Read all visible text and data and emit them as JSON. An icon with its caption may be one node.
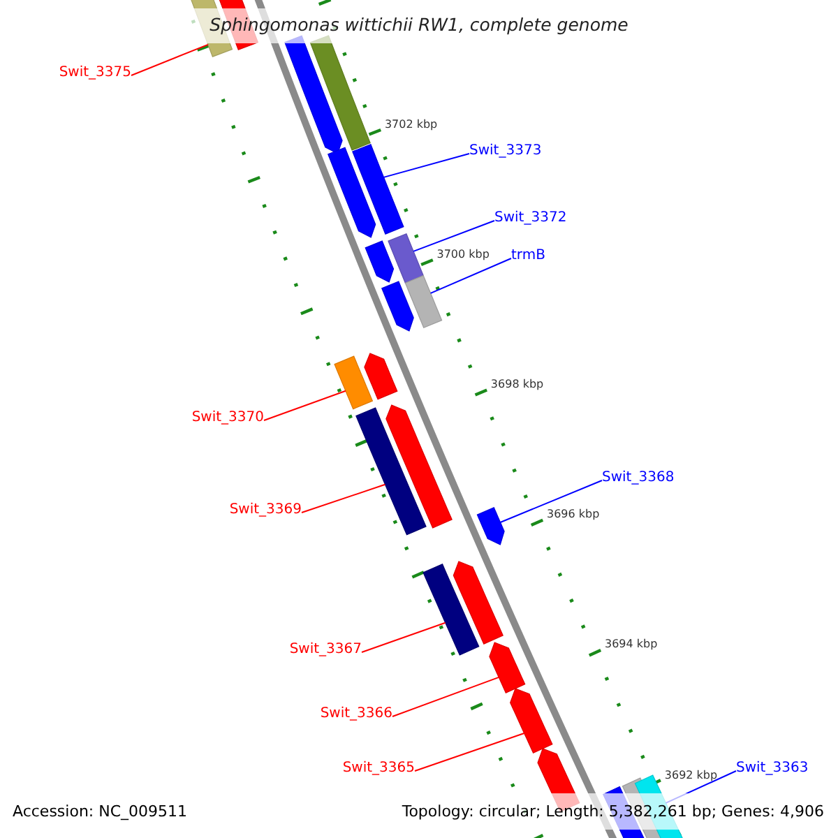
{
  "diagram": {
    "title": "Sphingomonas wittichii RW1, complete genome",
    "nodes": [
      {
        "text": [
          "Swit_3375"
        ]
      },
      {
        "text": [
          "Swit_3373"
        ]
      },
      {
        "text": [
          "Swit_3372"
        ]
      },
      {
        "text": [
          "trmB"
        ]
      },
      {
        "text": [
          "Swit_3370"
        ]
      },
      {
        "text": [
          "Swit_3369"
        ]
      },
      {
        "text": [
          "Swit_3368"
        ]
      },
      {
        "text": [
          "Swit_3367"
        ]
      },
      {
        "text": [
          "Swit_3366"
        ]
      },
      {
        "text": [
          "Swit_3365"
        ]
      },
      {
        "text": [
          "Swit_3363"
        ]
      },
      {
        "text": [],
        "shape": "bar"
      },
      {
        "text": [],
        "shape": "bar"
      },
      {
        "text": [],
        "shape": "bar"
      },
      {
        "text": [],
        "shape": "bar"
      },
      {
        "text": [],
        "shape": "bar"
      },
      {
        "text": [],
        "shape": "bar"
      },
      {
        "text": [],
        "shape": "bar"
      },
      {
        "text": [],
        "shape": "bar"
      },
      {
        "text": [],
        "shape": "bar"
      },
      {
        "text": [],
        "shape": "bar"
      },
      {
        "text": [],
        "shape": "bar"
      },
      {
        "text": [],
        "shape": "bar"
      },
      {
        "text": [],
        "shape": "bar"
      },
      {
        "text": [],
        "shape": "bar"
      },
      {
        "text": [],
        "shape": "bar"
      },
      {
        "text": [],
        "shape": "bar"
      },
      {
        "text": [],
        "shape": "bar"
      },
      {
        "text": [],
        "shape": "bar"
      },
      {
        "text": [],
        "shape": "bar"
      },
      {
        "text": [],
        "shape": "bar"
      },
      {
        "text": [],
        "shape": "bar"
      },
      {
        "text": [],
        "shape": "bar"
      },
      {
        "text": [],
        "shape": "bar"
      }
    ],
    "edges": [
      {
        "from": 0,
        "to": 11,
        "arrow": "none"
      },
      {
        "from": 1,
        "to": 15,
        "arrow": "none",
        "color": "#0000ff"
      },
      {
        "from": 2,
        "to": 17,
        "arrow": "none",
        "color": "#0000ff"
      },
      {
        "from": 3,
        "to": 19,
        "arrow": "none",
        "color": "#0000ff"
      },
      {
        "from": 4,
        "to": 22,
        "arrow": "none"
      },
      {
        "from": 5,
        "to": 24,
        "arrow": "none"
      },
      {
        "from": 6,
        "to": 25,
        "arrow": "none",
        "color": "#0000ff"
      },
      {
        "from": 7,
        "to": 27,
        "arrow": "none"
      },
      {
        "from": 8,
        "to": 28,
        "arrow": "none"
      },
      {
        "from": 9,
        "to": 29,
        "arrow": "none"
      },
      {
        "from": 10,
        "to": 32,
        "arrow": "none",
        "color": "#0000ff"
      }
    ],
    "labels": [
      "3702 kbp",
      "3700 kbp",
      "3698 kbp",
      "3696 kbp",
      "3694 kbp",
      "3692 kbp",
      "Accession: NC_009511",
      "Topology: circular; Length: 5,382,261 bp; Genes: 4,906"
    ]
  }
}
